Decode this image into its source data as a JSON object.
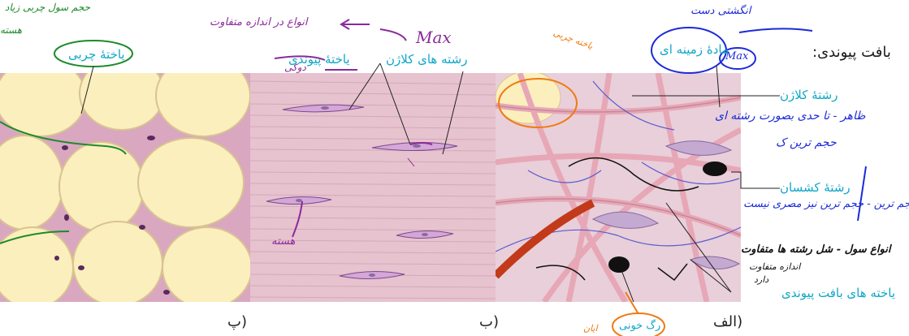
{
  "title": "بافت پیوندی:",
  "labels": {
    "fat_cell": "یاختهٔ چربی",
    "connective_cell": "یاختهٔ پیوندی",
    "collagen_fibers": "رشته های کلاژن",
    "ground_substance": "مادهٔ زمینه ای",
    "collagen_fiber": "رشتهٔ کلاژن",
    "elastic_fiber": "رشتهٔ کشسان",
    "connective_tissue_cells": "یاخته های بافت پیوندی",
    "blood_vessel": "رگ خونی"
  },
  "captions": {
    "pe": "(پ",
    "be": "(ب",
    "alef": "(الف"
  },
  "annotations": {
    "top_left_1": "حجم سول چربی زیاد",
    "top_left_2": "هسته",
    "purple_1": "انواع در اندازه متفاوت",
    "purple_2": "دوکی",
    "purple_3": "هسته",
    "max": "Max",
    "orange_1": "یاخته چربی",
    "orange_2": "ایان",
    "blue_1": "انگشتی دست",
    "blue_2": "Max",
    "blue_3": "ظاهر - تا حدی بصورت رشته ای",
    "blue_4": "حجم ترین ک",
    "blue_5": "نازک - حجم ترین - حجم ترین نیز مصری نیست",
    "black_1": "انواع سول - شل رشته ها متفاوت",
    "black_2": "اندازه متفاوت",
    "black_3": "دارد"
  },
  "colors": {
    "label": "#10a7c7",
    "green": "#1d8a2a",
    "purple": "#8a2a9b",
    "blue": "#1a2ad8",
    "orange": "#f07a10",
    "black": "#111111"
  }
}
